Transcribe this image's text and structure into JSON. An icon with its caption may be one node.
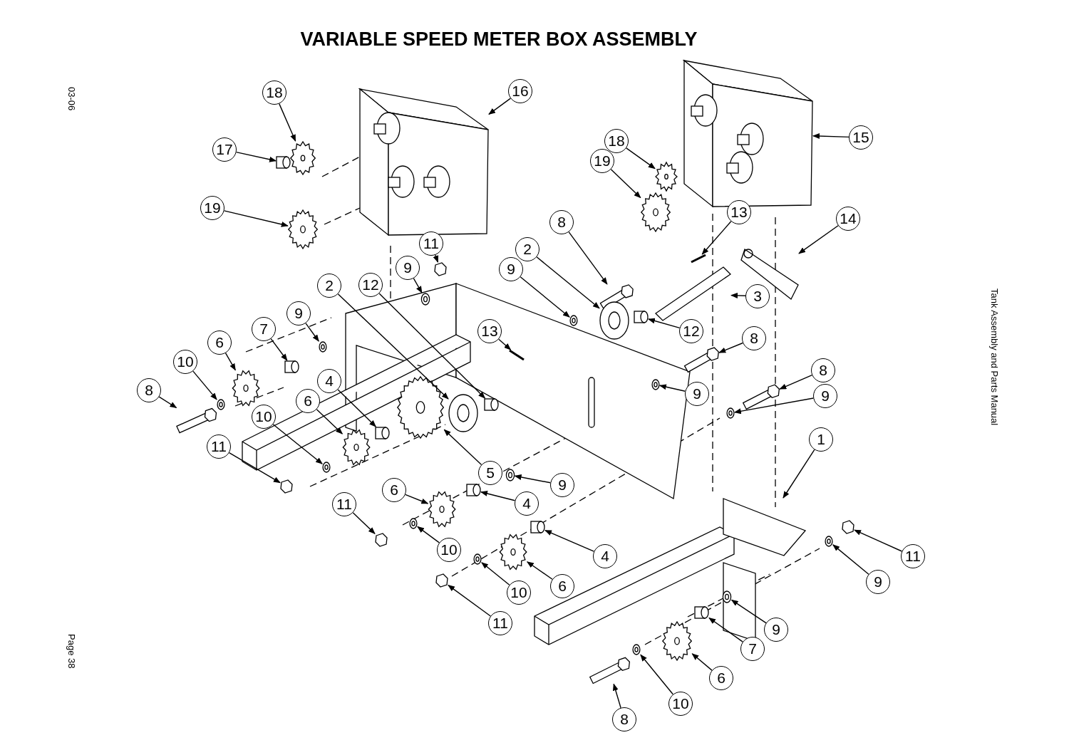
{
  "diagram": {
    "title": "VARIABLE SPEED METER BOX ASSEMBLY",
    "nodes": [
      {
        "text": [
          "18"
        ]
      },
      {
        "text": [
          "16"
        ]
      },
      {
        "text": [
          "17"
        ]
      },
      {
        "text": [
          "19"
        ]
      },
      {
        "text": [
          "18"
        ]
      },
      {
        "text": [
          "19"
        ]
      },
      {
        "text": [
          "15"
        ]
      },
      {
        "text": [
          "13"
        ]
      },
      {
        "text": [
          "14"
        ]
      },
      {
        "text": [
          "11"
        ]
      },
      {
        "text": [
          "8"
        ]
      },
      {
        "text": [
          "9"
        ]
      },
      {
        "text": [
          "2"
        ]
      },
      {
        "text": [
          "9"
        ]
      },
      {
        "text": [
          "2"
        ]
      },
      {
        "text": [
          "12"
        ]
      },
      {
        "text": [
          "3"
        ]
      },
      {
        "text": [
          "12"
        ]
      },
      {
        "text": [
          "7"
        ]
      },
      {
        "text": [
          "9"
        ]
      },
      {
        "text": [
          "13"
        ]
      },
      {
        "text": [
          "8"
        ]
      },
      {
        "text": [
          "6"
        ]
      },
      {
        "text": [
          "10"
        ]
      },
      {
        "text": [
          "8"
        ]
      },
      {
        "text": [
          "10"
        ]
      },
      {
        "text": [
          "4"
        ]
      },
      {
        "text": [
          "6"
        ]
      },
      {
        "text": [
          "9"
        ]
      },
      {
        "text": [
          "8"
        ]
      },
      {
        "text": [
          "9"
        ]
      },
      {
        "text": [
          "1"
        ]
      },
      {
        "text": [
          "11"
        ]
      },
      {
        "text": [
          "5"
        ]
      },
      {
        "text": [
          "9"
        ]
      },
      {
        "text": [
          "11"
        ]
      },
      {
        "text": [
          "6"
        ]
      },
      {
        "text": [
          "4"
        ]
      },
      {
        "text": [
          "10"
        ]
      },
      {
        "text": [
          "4"
        ]
      },
      {
        "text": [
          "10"
        ]
      },
      {
        "text": [
          "6"
        ]
      },
      {
        "text": [
          "11"
        ]
      },
      {
        "text": [
          "9"
        ]
      },
      {
        "text": [
          "11"
        ]
      },
      {
        "text": [
          "9"
        ]
      },
      {
        "text": [
          "7"
        ]
      },
      {
        "text": [
          "6"
        ]
      },
      {
        "text": [
          "10"
        ]
      },
      {
        "text": [
          "8"
        ]
      },
      {
        "text": [],
        "shape": "picture"
      },
      {
        "text": [],
        "shape": "picture"
      },
      {
        "text": [],
        "shape": "cylinder"
      },
      {
        "text": [],
        "shape": "picture"
      },
      {
        "text": [],
        "shape": "picture"
      },
      {
        "text": [],
        "shape": "picture"
      },
      {
        "text": [],
        "shape": "picture"
      },
      {
        "text": [],
        "shape": "picture"
      },
      {
        "text": [],
        "shape": "picture"
      },
      {
        "text": [],
        "shape": "hexagon"
      },
      {
        "text": [],
        "shape": "picture"
      },
      {
        "text": [],
        "shape": "picture"
      },
      {
        "text": [],
        "shape": "picture"
      },
      {
        "text": [],
        "shape": "picture"
      },
      {
        "text": [],
        "shape": "picture"
      },
      {
        "text": [],
        "shape": "cylinder"
      },
      {
        "text": [],
        "shape": "picture"
      },
      {
        "text": [],
        "shape": "cylinder"
      },
      {
        "text": [],
        "shape": "cylinder"
      },
      {
        "text": [],
        "shape": "picture"
      },
      {
        "text": [],
        "shape": "picture"
      },
      {
        "text": [],
        "shape": "picture"
      },
      {
        "text": [],
        "shape": "picture"
      },
      {
        "text": [],
        "shape": "picture"
      },
      {
        "text": [],
        "shape": "picture"
      },
      {
        "text": [],
        "shape": "picture"
      },
      {
        "text": [],
        "shape": "cylinder"
      },
      {
        "text": [],
        "shape": "picture"
      },
      {
        "text": [],
        "shape": "picture"
      },
      {
        "text": [],
        "shape": "picture"
      },
      {
        "text": [],
        "shape": "picture"
      },
      {
        "text": [],
        "shape": "picture"
      },
      {
        "text": [],
        "shape": "hexagon"
      },
      {
        "text": [],
        "shape": "picture"
      },
      {
        "text": [],
        "shape": "picture"
      },
      {
        "text": [],
        "shape": "hexagon"
      },
      {
        "text": [],
        "shape": "picture"
      },
      {
        "text": [],
        "shape": "cylinder"
      },
      {
        "text": [],
        "shape": "picture"
      },
      {
        "text": [],
        "shape": "cylinder"
      },
      {
        "text": [],
        "shape": "picture"
      },
      {
        "text": [],
        "shape": "picture"
      },
      {
        "text": [],
        "shape": "hexagon"
      },
      {
        "text": [],
        "shape": "picture"
      },
      {
        "text": [],
        "shape": "hexagon"
      },
      {
        "text": [],
        "shape": "picture"
      },
      {
        "text": [],
        "shape": "cylinder"
      },
      {
        "text": [],
        "shape": "picture"
      },
      {
        "text": [],
        "shape": "picture"
      },
      {
        "text": [],
        "shape": "picture"
      }
    ],
    "edges": [
      {
        "from": 0,
        "to": 50,
        "arrow": "to"
      },
      {
        "from": 1,
        "to": 51,
        "arrow": "to"
      },
      {
        "from": 2,
        "to": 52,
        "arrow": "to"
      },
      {
        "from": 3,
        "to": 53,
        "arrow": "to"
      },
      {
        "from": 4,
        "to": 54,
        "arrow": "to"
      },
      {
        "from": 5,
        "to": 55,
        "arrow": "to"
      },
      {
        "from": 6,
        "to": 56,
        "arrow": "to"
      },
      {
        "from": 7,
        "to": 57,
        "arrow": "to"
      },
      {
        "from": 8,
        "to": 58,
        "arrow": "to"
      },
      {
        "from": 9,
        "to": 59,
        "arrow": "to"
      },
      {
        "from": 10,
        "to": 60,
        "arrow": "to"
      },
      {
        "from": 11,
        "to": 61,
        "arrow": "to"
      },
      {
        "from": 12,
        "to": 62,
        "arrow": "to"
      },
      {
        "from": 13,
        "to": 63,
        "arrow": "to"
      },
      {
        "from": 14,
        "to": 64,
        "arrow": "to"
      },
      {
        "from": 15,
        "to": 65,
        "arrow": "to"
      },
      {
        "from": 16,
        "to": 66,
        "arrow": "to"
      },
      {
        "from": 17,
        "to": 67,
        "arrow": "to"
      },
      {
        "from": 18,
        "to": 68,
        "arrow": "to"
      },
      {
        "from": 19,
        "to": 69,
        "arrow": "to"
      },
      {
        "from": 20,
        "to": 70,
        "arrow": "to"
      },
      {
        "from": 21,
        "to": 71,
        "arrow": "to"
      },
      {
        "from": 22,
        "to": 72,
        "arrow": "to"
      },
      {
        "from": 23,
        "to": 73,
        "arrow": "to"
      },
      {
        "from": 24,
        "to": 74,
        "arrow": "to"
      },
      {
        "from": 25,
        "to": 75,
        "arrow": "to"
      },
      {
        "from": 26,
        "to": 76,
        "arrow": "to"
      },
      {
        "from": 27,
        "to": 77,
        "arrow": "to"
      },
      {
        "from": 28,
        "to": 78,
        "arrow": "to"
      },
      {
        "from": 29,
        "to": 79,
        "arrow": "to"
      },
      {
        "from": 30,
        "to": 80,
        "arrow": "to"
      },
      {
        "from": 31,
        "to": 81,
        "arrow": "to"
      },
      {
        "from": 32,
        "to": 82,
        "arrow": "to"
      },
      {
        "from": 33,
        "to": 83,
        "arrow": "to"
      },
      {
        "from": 34,
        "to": 84,
        "arrow": "to"
      },
      {
        "from": 35,
        "to": 85,
        "arrow": "to"
      },
      {
        "from": 36,
        "to": 86,
        "arrow": "to"
      },
      {
        "from": 37,
        "to": 87,
        "arrow": "to"
      },
      {
        "from": 38,
        "to": 88,
        "arrow": "to"
      },
      {
        "from": 39,
        "to": 89,
        "arrow": "to"
      },
      {
        "from": 40,
        "to": 90,
        "arrow": "to"
      },
      {
        "from": 41,
        "to": 91,
        "arrow": "to"
      },
      {
        "from": 42,
        "to": 92,
        "arrow": "to"
      },
      {
        "from": 43,
        "to": 93,
        "arrow": "to"
      },
      {
        "from": 44,
        "to": 94,
        "arrow": "to"
      },
      {
        "from": 45,
        "to": 95,
        "arrow": "to"
      },
      {
        "from": 46,
        "to": 96,
        "arrow": "to"
      },
      {
        "from": 47,
        "to": 97,
        "arrow": "to"
      },
      {
        "from": 48,
        "to": 98,
        "arrow": "to"
      },
      {
        "from": 49,
        "to": 99,
        "arrow": "to"
      }
    ],
    "labels": [
      "03-06",
      "Page 38",
      "Tank Assembly and Parts Manual"
    ]
  }
}
